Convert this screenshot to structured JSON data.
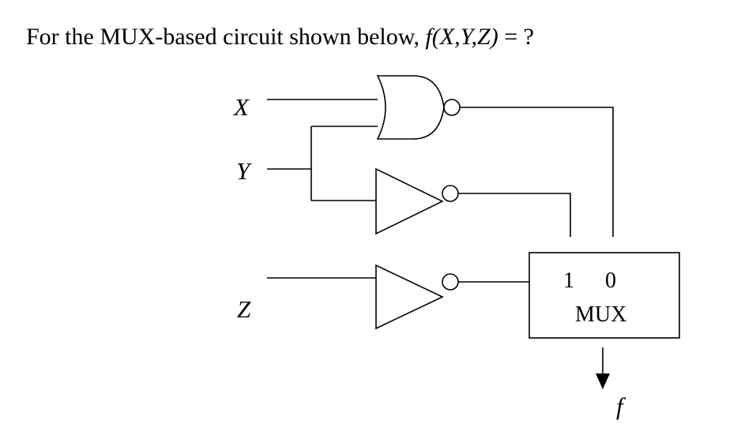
{
  "question": {
    "prefix": "For the MUX-based circuit shown below, ",
    "function": "f(X,Y,Z)",
    "suffix": " = ?"
  },
  "circuit": {
    "inputs": {
      "x": "X",
      "y": "Y",
      "z": "Z"
    },
    "mux": {
      "input_1_label": "1",
      "input_0_label": "0",
      "name": "MUX"
    },
    "output_label": "f"
  }
}
